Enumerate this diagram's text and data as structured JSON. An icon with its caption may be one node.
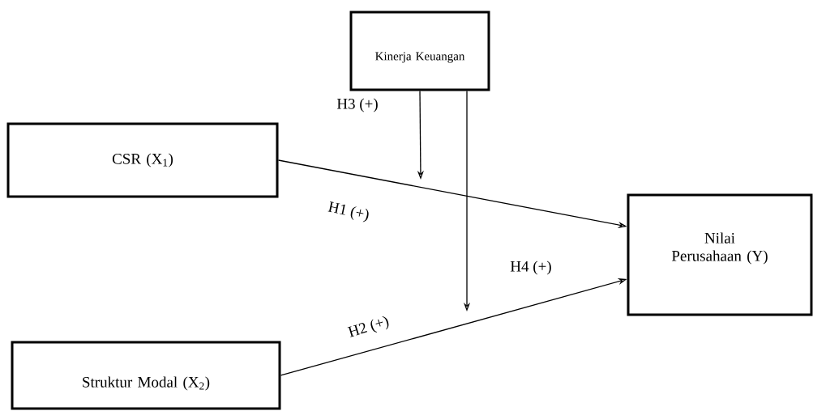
{
  "diagram": {
    "nodes": [
      {
        "text": [
          "Kinerja Keuangan"
        ]
      },
      {
        "text": [
          "CSR (X$_{1}$)"
        ]
      },
      {
        "text": [
          "Struktur Modal  (X$_{2}$)"
        ]
      },
      {
        "text": [
          "Nilai Perusahaan (Y)"
        ]
      }
    ],
    "edges": [
      {
        "from": 1,
        "to": 3,
        "arrow": "to",
        "label": "H1 (+)"
      },
      {
        "from": 2,
        "to": 3,
        "arrow": "to",
        "label": "H2 (+)"
      },
      {
        "from": 0,
        "to": null,
        "arrow": "to",
        "label": "H3 (+)"
      },
      {
        "from": 0,
        "to": null,
        "arrow": "to",
        "label": "H4 (+)"
      }
    ]
  }
}
